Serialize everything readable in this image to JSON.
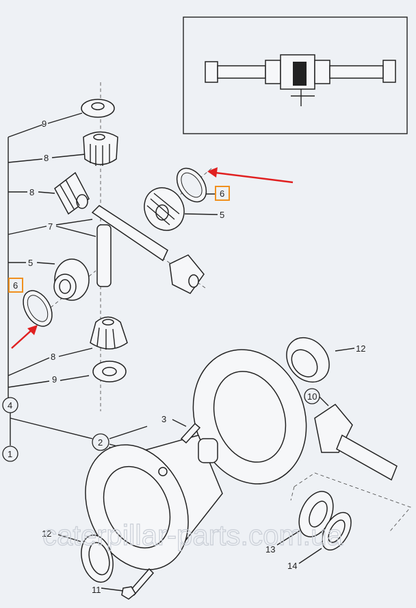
{
  "callouts": {
    "c9_top": "9",
    "c8_a": "8",
    "c8_b": "8",
    "c7": "7",
    "c5_left": "5",
    "c6_left": "6",
    "c8_c": "8",
    "c9_bottom": "9",
    "c4": "4",
    "c1": "1",
    "c2": "2",
    "c3": "3",
    "c6_right": "6",
    "c5_right": "5",
    "c12_right": "12",
    "c10": "10",
    "c12_left": "12",
    "c11": "11",
    "c13": "13",
    "c14": "14"
  },
  "watermark": "caterpillar-parts.com.ua",
  "colors": {
    "highlight_box": "#f0901e",
    "arrow": "#e02020",
    "background": "#eef1f5"
  }
}
